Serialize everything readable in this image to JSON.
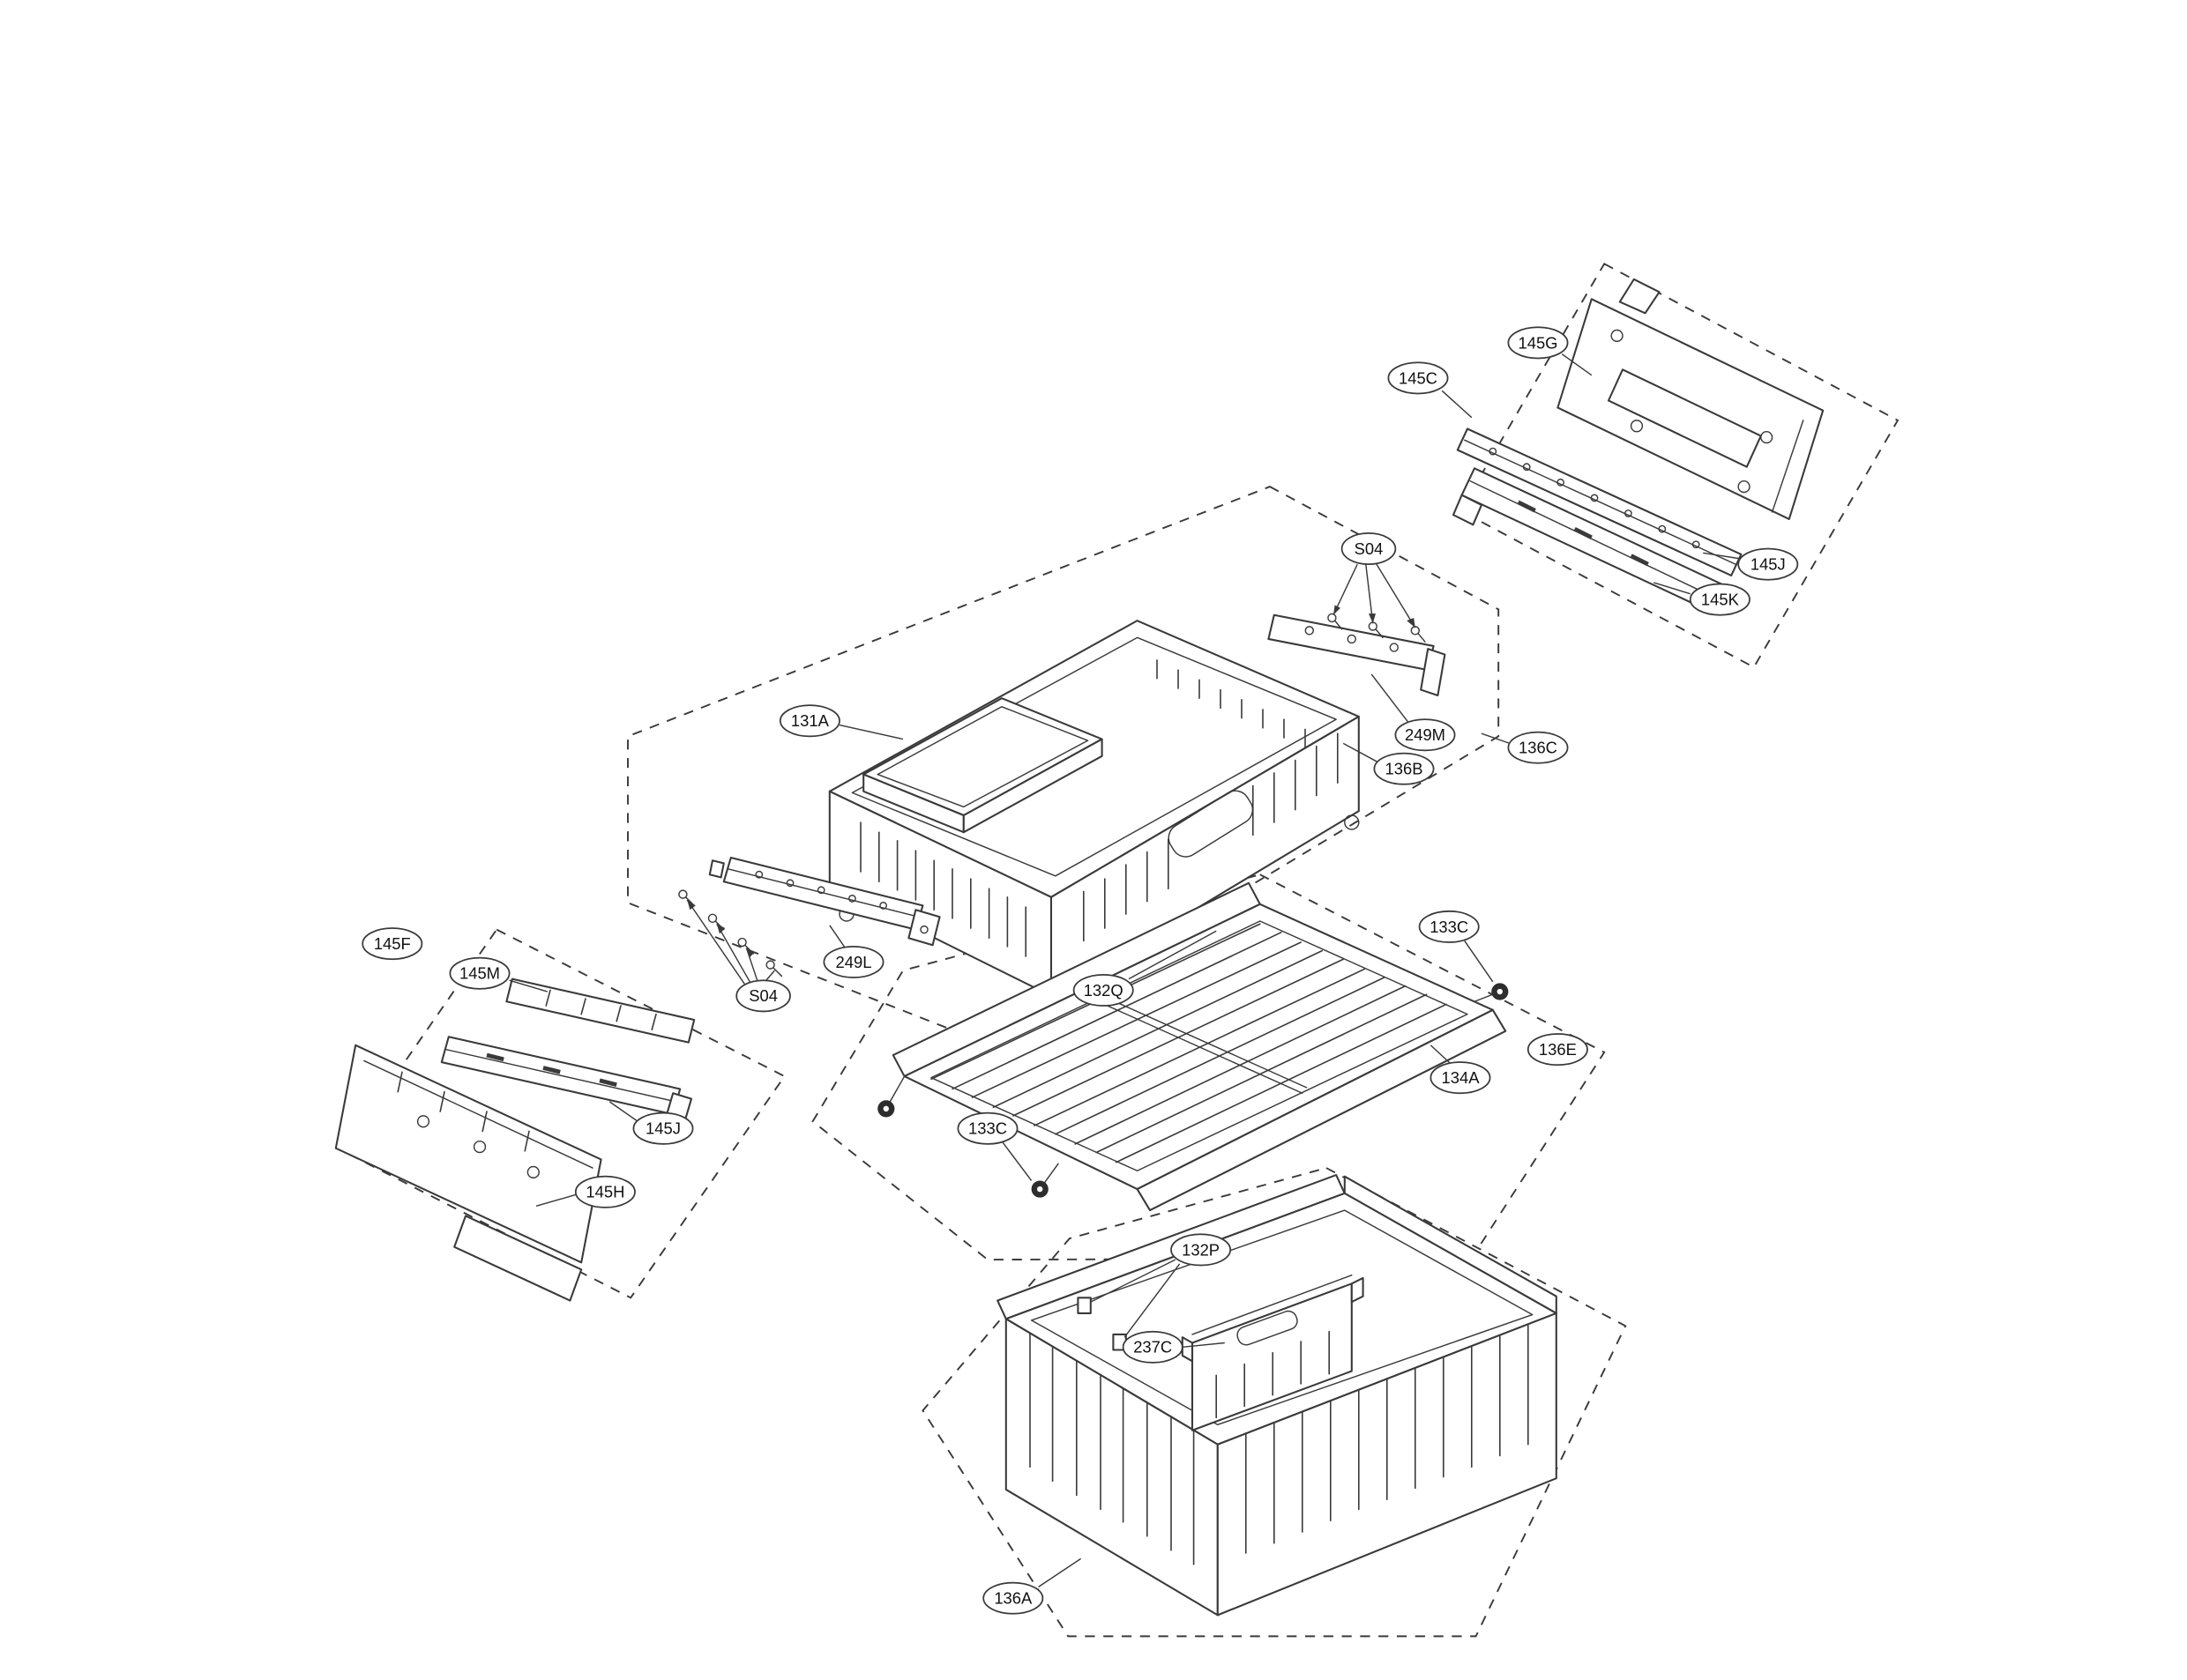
{
  "diagram": {
    "type": "exploded-parts-diagram",
    "colors": {
      "background": "#ffffff",
      "line": "#3a3a3a",
      "label_text": "#111111",
      "roller": "#2d2d2d"
    },
    "labels": [
      {
        "text": "S04"
      },
      {
        "text": "145C"
      },
      {
        "text": "145G"
      },
      {
        "text": "145J"
      },
      {
        "text": "145K"
      },
      {
        "text": "131A"
      },
      {
        "text": "249M"
      },
      {
        "text": "136B"
      },
      {
        "text": "136C"
      },
      {
        "text": "249L"
      },
      {
        "text": "S04"
      },
      {
        "text": "145F"
      },
      {
        "text": "145M"
      },
      {
        "text": "145J"
      },
      {
        "text": "145H"
      },
      {
        "text": "132Q"
      },
      {
        "text": "133C"
      },
      {
        "text": "134A"
      },
      {
        "text": "136E"
      },
      {
        "text": "133C"
      },
      {
        "text": "132P"
      },
      {
        "text": "237C"
      },
      {
        "text": "136A"
      }
    ]
  }
}
